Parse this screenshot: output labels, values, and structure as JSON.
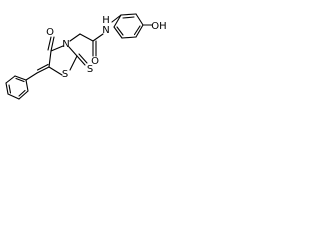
{
  "molecule": {
    "atoms": {
      "ketone_o": "O",
      "ring_n": "N",
      "ring_s": "S",
      "thione_s": "S",
      "amide_o": "O",
      "amide_nh": "N",
      "amide_h": "H",
      "hydroxyl_oh": "OH"
    }
  }
}
